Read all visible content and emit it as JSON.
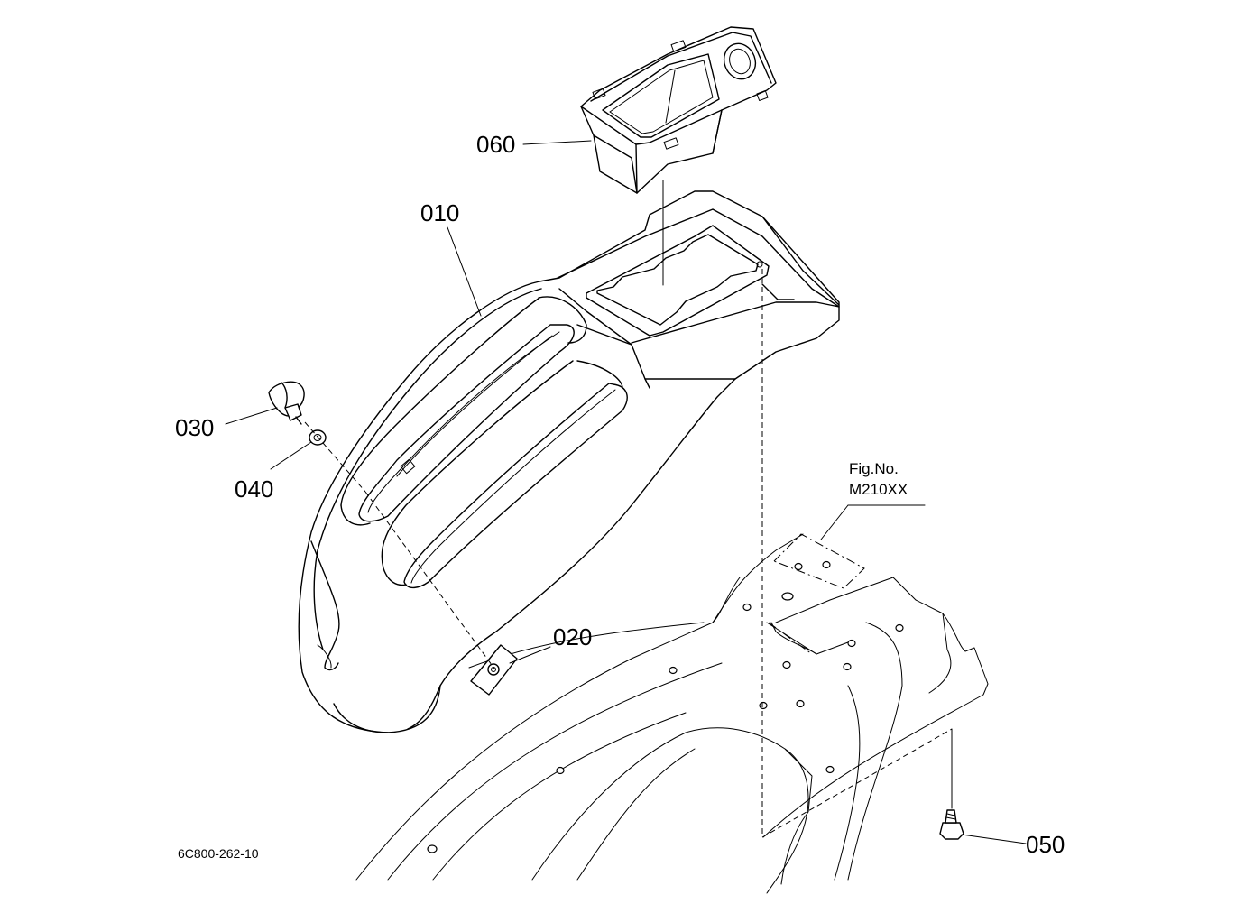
{
  "figure": {
    "drawing_number": "6C800-262-10",
    "fig_ref": {
      "line1": "Fig.No.",
      "line2": "M210XX"
    }
  },
  "parts": [
    {
      "id": "p010",
      "label": "010"
    },
    {
      "id": "p020",
      "label": "020"
    },
    {
      "id": "p030",
      "label": "030"
    },
    {
      "id": "p040",
      "label": "040"
    },
    {
      "id": "p050",
      "label": "050"
    },
    {
      "id": "p060",
      "label": "060"
    }
  ]
}
